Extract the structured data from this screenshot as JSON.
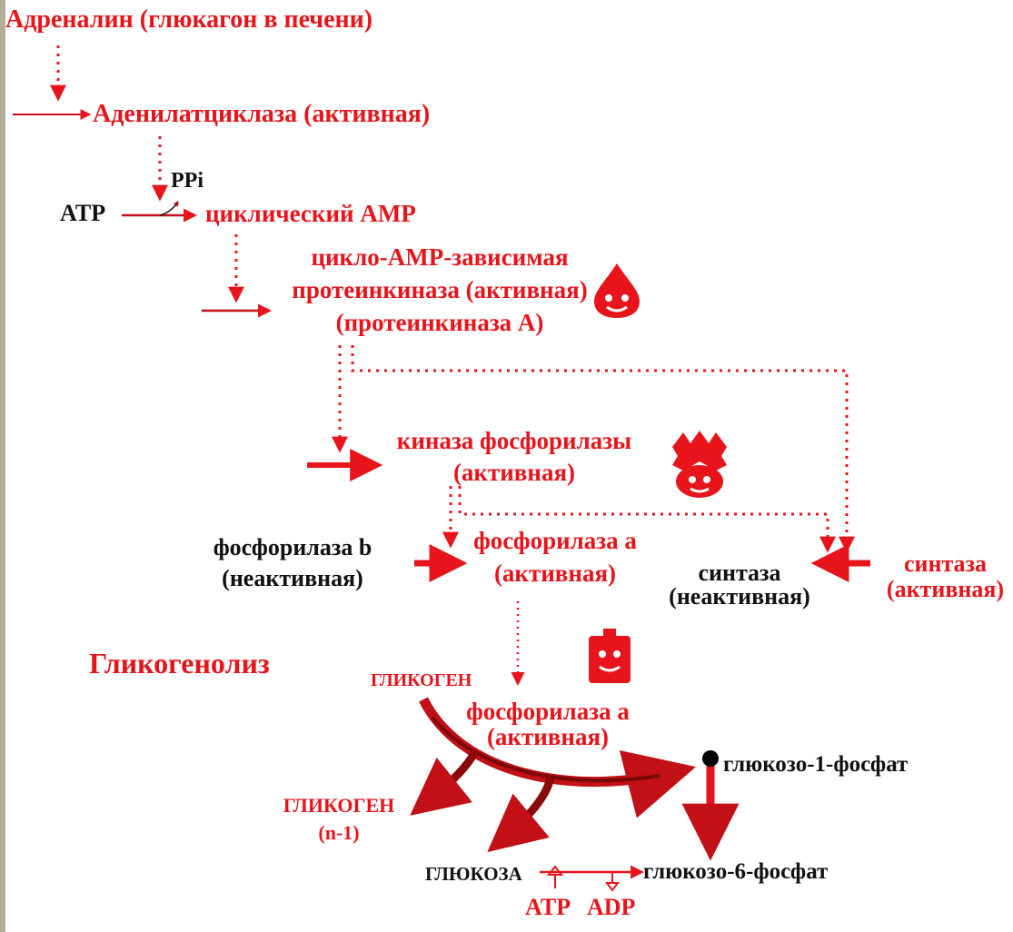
{
  "colors": {
    "red": "#e8141b",
    "dark_red": "#a01010",
    "black": "#111111",
    "frame": "#b5ae9a"
  },
  "labels": {
    "adrenaline": "Адреналин (глюкагон в печени)",
    "adenylate_cyclase": "Аденилатциклаза (активная)",
    "ppi": "PPi",
    "atp_top": "ATP",
    "camp": "циклический АМР",
    "pka_line1": "цикло-АМР-зависимая",
    "pka_line2": "протеинкиназа (активная)",
    "pka_line3": "(протеинкиназа А)",
    "phk_line1": "киназа фосфорилазы",
    "phk_line2": "(активная)",
    "phos_b_line1": "фосфорилаза b",
    "phos_b_line2": "(неактивная)",
    "phos_a_line1": "фосфорилаза а",
    "phos_a_line2": "(активная)",
    "synth_inactive_line1": "синтаза",
    "synth_inactive_line2": "(неактивная)",
    "synth_active_line1": "синтаза",
    "synth_active_line2": "(активная)",
    "glycogenolysis": "Гликогенолиз",
    "glycogen": "ГЛИКОГЕН",
    "phos_a2_line1": "фосфорилаза а",
    "phos_a2_line2": "(активная)",
    "g1p": "глюкозо-1-фосфат",
    "glycogen_n1_line1": "ГЛИКОГЕН",
    "glycogen_n1_line2": "(n-1)",
    "glucose": "ГЛЮКОЗА",
    "g6p": "глюкозо-6-фосфат",
    "atp_bottom": "ATP",
    "adp": "ADP"
  },
  "icons": [
    "drop-enzyme-icon",
    "crown-enzyme-icon",
    "square-enzyme-icon"
  ]
}
